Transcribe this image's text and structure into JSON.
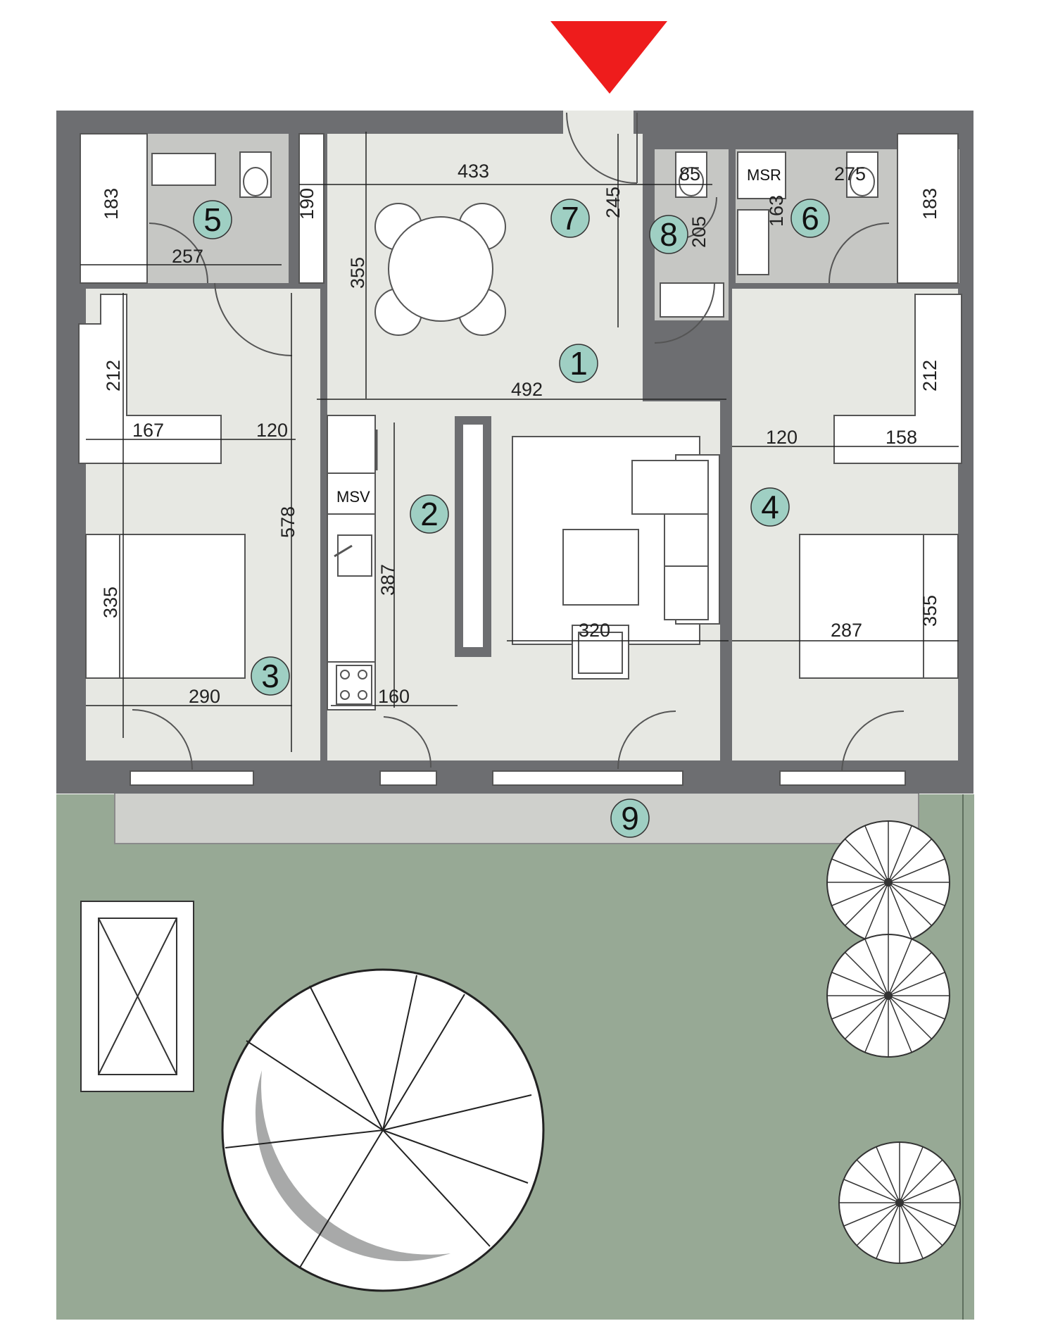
{
  "colors": {
    "wall": "#6d6e71",
    "floor": "#e7e8e3",
    "wet_floor": "#c6c7c4",
    "terrace": "#cfd0cc",
    "garden": "#97a995",
    "room_marker": "#9fcfc3",
    "entry_arrow": "#ee1c1c"
  },
  "icons": {
    "entry": "red-down-triangle-icon",
    "tree": "tree-canopy-icon",
    "umbrella": "sun-umbrella-icon",
    "sunbed": "sunbed-icon"
  },
  "rooms": [
    {
      "number": "1"
    },
    {
      "number": "2"
    },
    {
      "number": "3"
    },
    {
      "number": "4"
    },
    {
      "number": "5"
    },
    {
      "number": "6"
    },
    {
      "number": "7"
    },
    {
      "number": "8"
    },
    {
      "number": "9"
    }
  ],
  "labels": {
    "msv": "MSV",
    "msr": "MSR"
  },
  "dimensions": [
    "433",
    "245",
    "85",
    "275",
    "183",
    "190",
    "183",
    "257",
    "205",
    "163",
    "355",
    "492",
    "212",
    "212",
    "167",
    "120",
    "120",
    "158",
    "578",
    "387",
    "335",
    "320",
    "287",
    "355",
    "290",
    "160"
  ]
}
